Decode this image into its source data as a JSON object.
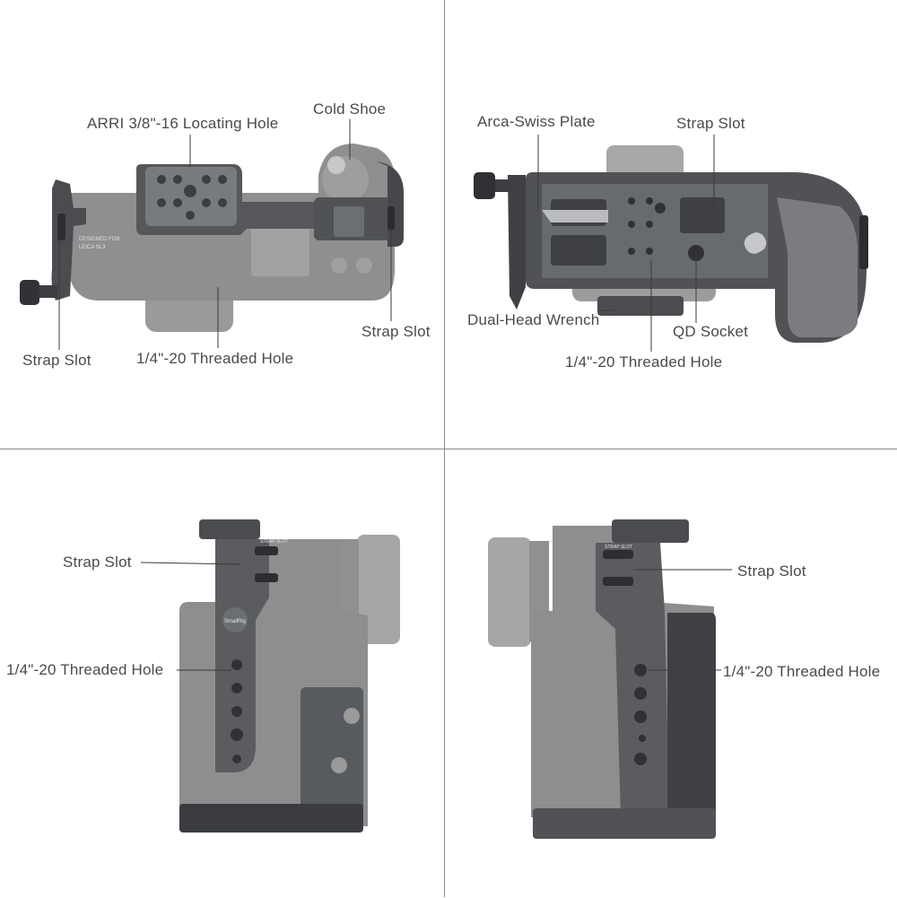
{
  "top_left": {
    "callouts": {
      "arri": "ARRI 3/8\"-16 Locating Hole",
      "cold_shoe": "Cold Shoe",
      "strap_slot_right": "Strap Slot",
      "strap_slot_left": "Strap Slot",
      "threaded_hole": "1/4\"-20 Threaded Hole"
    },
    "engravings": {
      "designed_for": "DESIGNED FOR",
      "model": "LEICA SL3"
    }
  },
  "top_right": {
    "callouts": {
      "arca": "Arca-Swiss Plate",
      "strap_slot": "Strap Slot",
      "wrench": "Dual-Head Wrench",
      "qd": "QD Socket",
      "threaded_hole": "1/4\"-20 Threaded Hole"
    }
  },
  "bottom_left": {
    "callouts": {
      "strap_slot": "Strap Slot",
      "threaded_hole": "1/4\"-20 Threaded Hole"
    },
    "engravings": {
      "strap_slot_mark": "STRAP SLOT",
      "brand": "SmallRig"
    }
  },
  "bottom_right": {
    "callouts": {
      "strap_slot": "Strap Slot",
      "threaded_hole": "1/4\"-20 Threaded Hole"
    },
    "engravings": {
      "strap_slot_mark": "STRAP SLOT"
    }
  },
  "colors": {
    "background": "#ffffff",
    "camera_body": "#8e8e8e",
    "cage_metal": "#5a5c60",
    "cage_dark": "#3e4044",
    "label_text": "#4a4a4a",
    "divider": "#8a8a8a"
  }
}
